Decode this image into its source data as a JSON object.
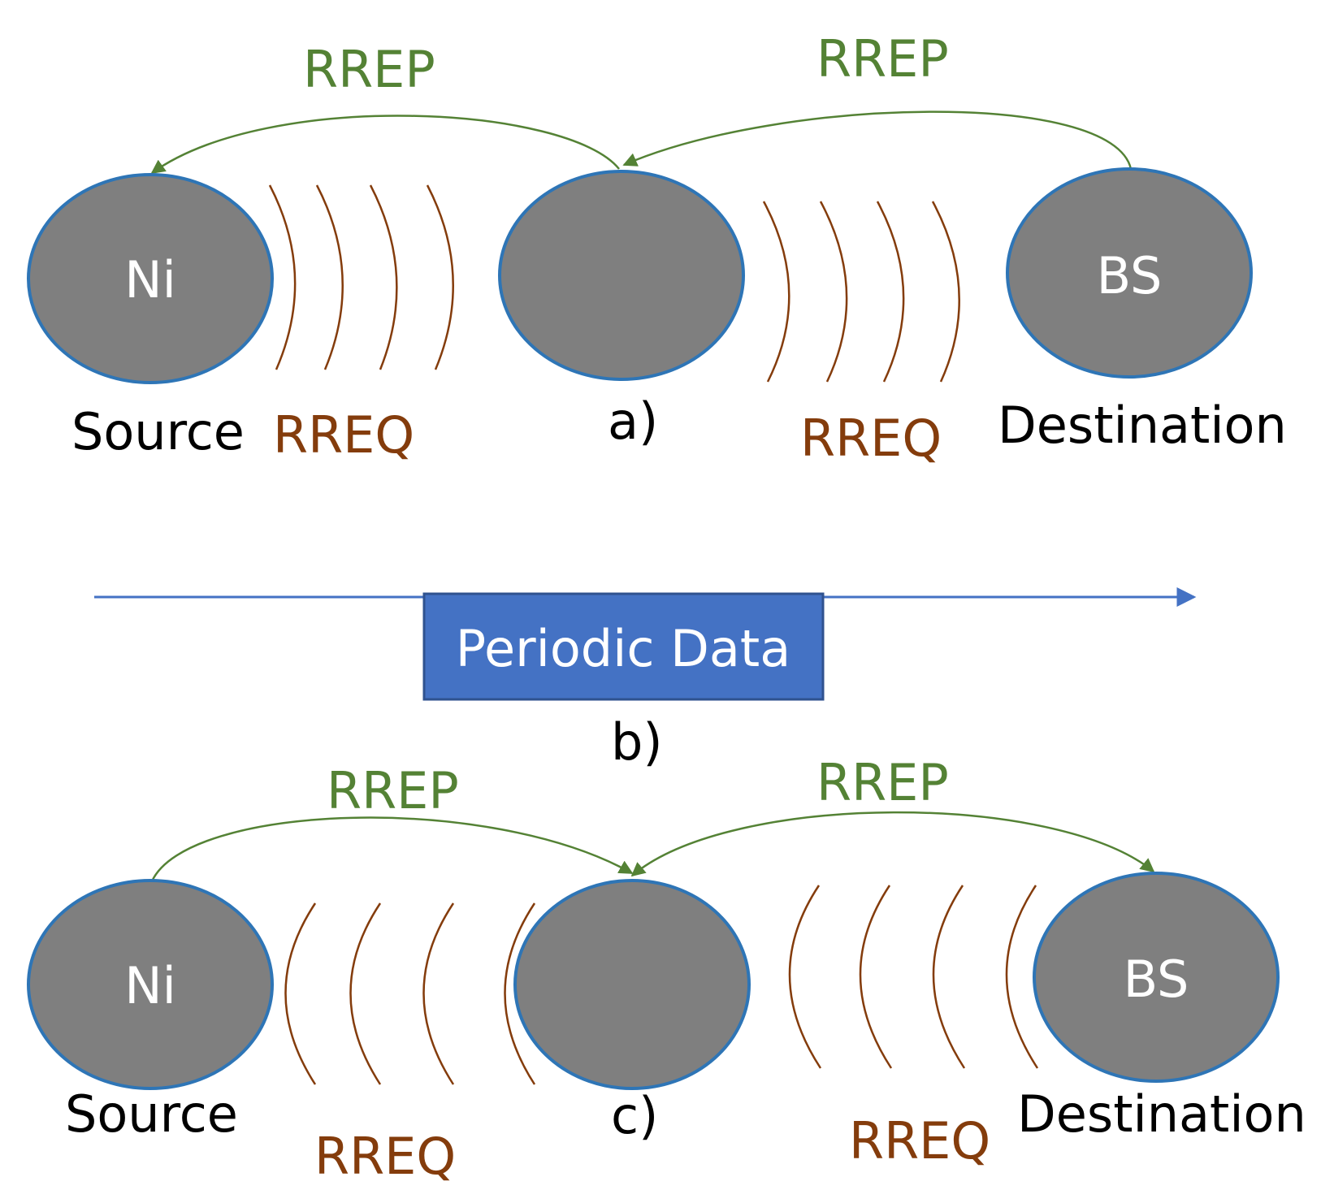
{
  "colors": {
    "node_fill": "#7f7f7f",
    "node_stroke": "#2e75b6",
    "rrep": "#548235",
    "rreq": "#843c0c",
    "timeline": "#4472c4",
    "box_fill": "#4472c4",
    "box_stroke": "#2f528f"
  },
  "panel_a": {
    "caption": "a)",
    "source_node": "Ni",
    "destination_node": "BS",
    "source_label": "Source",
    "destination_label": "Destination",
    "rrep_left": "RREP",
    "rrep_right": "RREP",
    "rreq_left": "RREQ",
    "rreq_right": "RREQ"
  },
  "panel_b": {
    "caption": "b)",
    "box_label": "Periodic Data"
  },
  "panel_c": {
    "caption": "c)",
    "source_node": "Ni",
    "destination_node": "BS",
    "source_label": "Source",
    "destination_label": "Destination",
    "rrep_left": "RREP",
    "rrep_right": "RREP",
    "rreq_left": "RREQ",
    "rreq_right": "RREQ"
  }
}
